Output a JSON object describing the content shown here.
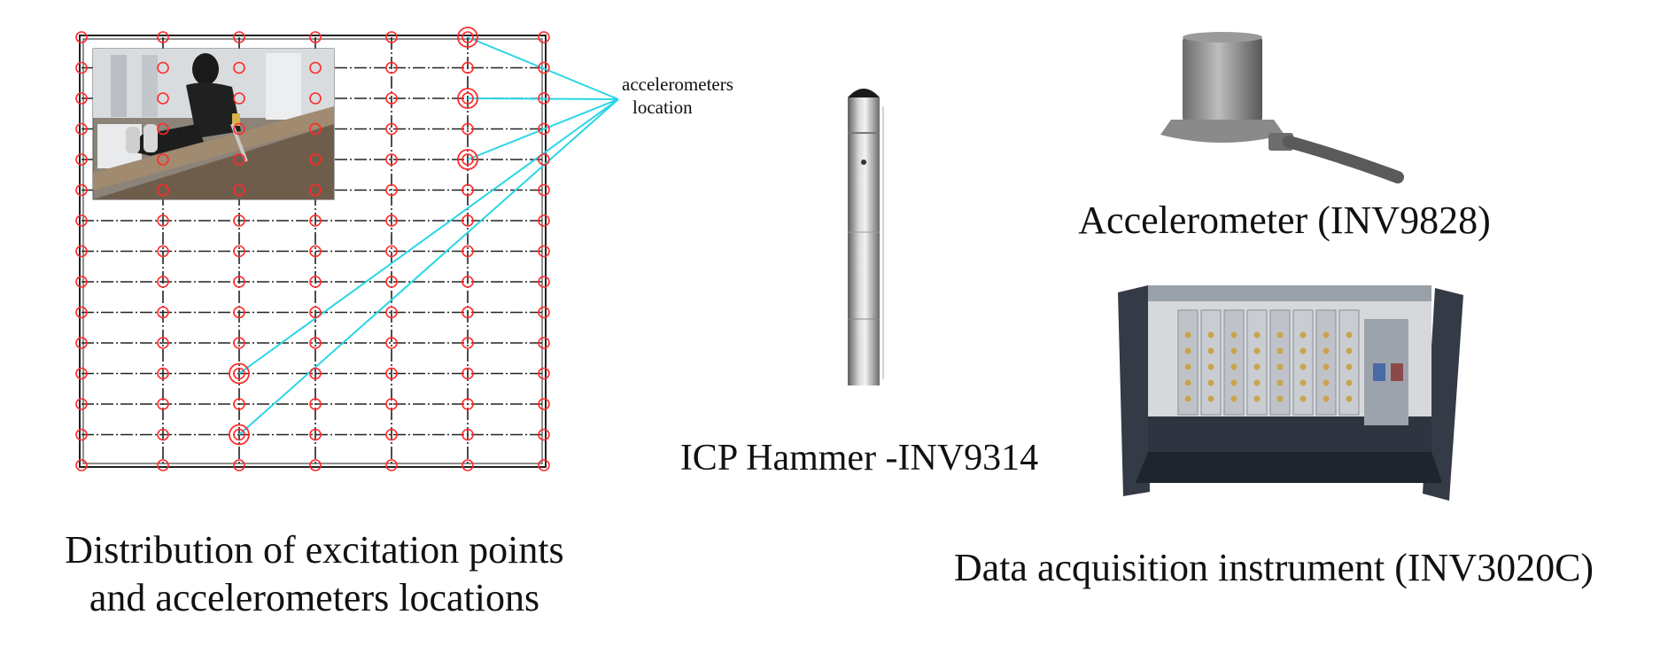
{
  "grid_panel": {
    "caption_line1": "Distribution of excitation points",
    "caption_line2": "and accelerometers locations",
    "annotation_line1": "accelerometers",
    "annotation_line2": "location",
    "grid_color": "#222222",
    "point_color": "#ff2a2a",
    "leader_color": "#29d6e6"
  },
  "hammer": {
    "caption": "ICP Hammer -INV9314"
  },
  "accelerometer": {
    "caption": "Accelerometer (INV9828)"
  },
  "daq": {
    "caption": "Data acquisition instrument (INV3020C)"
  }
}
